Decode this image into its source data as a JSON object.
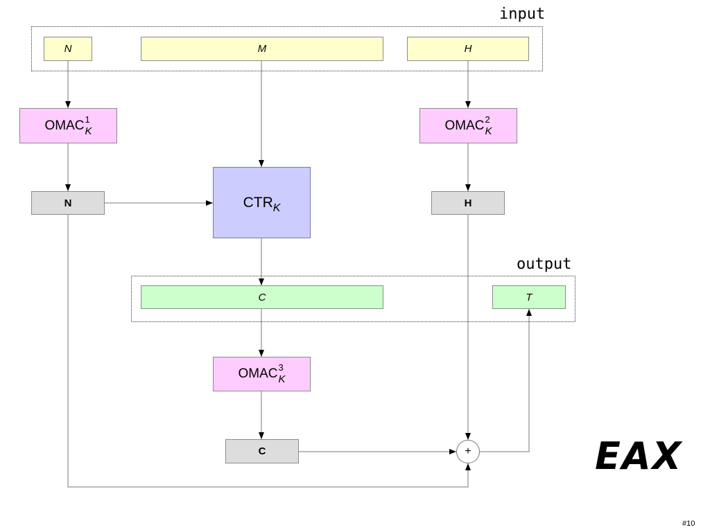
{
  "title": "EAX",
  "page_number": "#10",
  "groups": {
    "input": {
      "label": "input"
    },
    "output": {
      "label": "output"
    }
  },
  "inputs": {
    "nonce": {
      "label": "N"
    },
    "message": {
      "label": "M"
    },
    "header": {
      "label": "H"
    }
  },
  "omac_nonce": {
    "name": "OMAC",
    "superscript": "1",
    "subscript": "K"
  },
  "omac_header": {
    "name": "OMAC",
    "superscript": "2",
    "subscript": "K"
  },
  "omac_ciphertext": {
    "name": "OMAC",
    "superscript": "3",
    "subscript": "K"
  },
  "ctr": {
    "name": "CTR",
    "subscript": "K"
  },
  "registers": {
    "n": {
      "label": "N"
    },
    "h": {
      "label": "H"
    },
    "c": {
      "label": "C"
    }
  },
  "outputs": {
    "ciphertext": {
      "label": "C"
    },
    "tag": {
      "label": "T"
    }
  },
  "xor": {
    "symbol": "+"
  },
  "colors": {
    "input_field": "#ffffcc",
    "output_field": "#ccffcc",
    "omac": "#ffccff",
    "ctr": "#ccccff",
    "register": "#dddddd"
  }
}
